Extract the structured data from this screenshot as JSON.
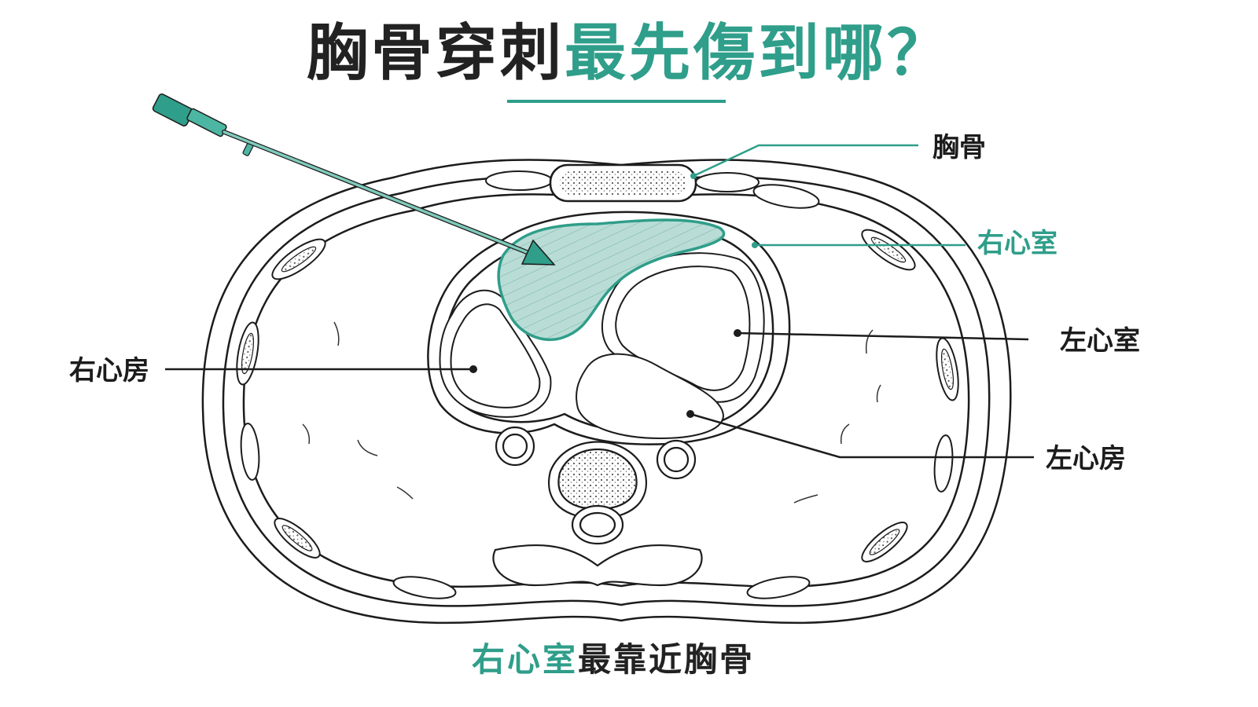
{
  "title": {
    "part1": "胸骨穿刺",
    "part2": "最先傷到哪？"
  },
  "labels": {
    "sternum": "胸骨",
    "right_ventricle": "右心室",
    "left_ventricle": "左心室",
    "right_atrium": "右心房",
    "left_atrium": "左心房"
  },
  "caption": {
    "part1": "右心室",
    "part2": "最靠近胸骨"
  },
  "colors": {
    "accent": "#2f9e8a",
    "ventricle_fill": "#b9ddd6",
    "line": "#1c1c1c"
  },
  "icons": {
    "needle": "syringe-needle-icon",
    "arrow": "arrow-head-icon"
  }
}
